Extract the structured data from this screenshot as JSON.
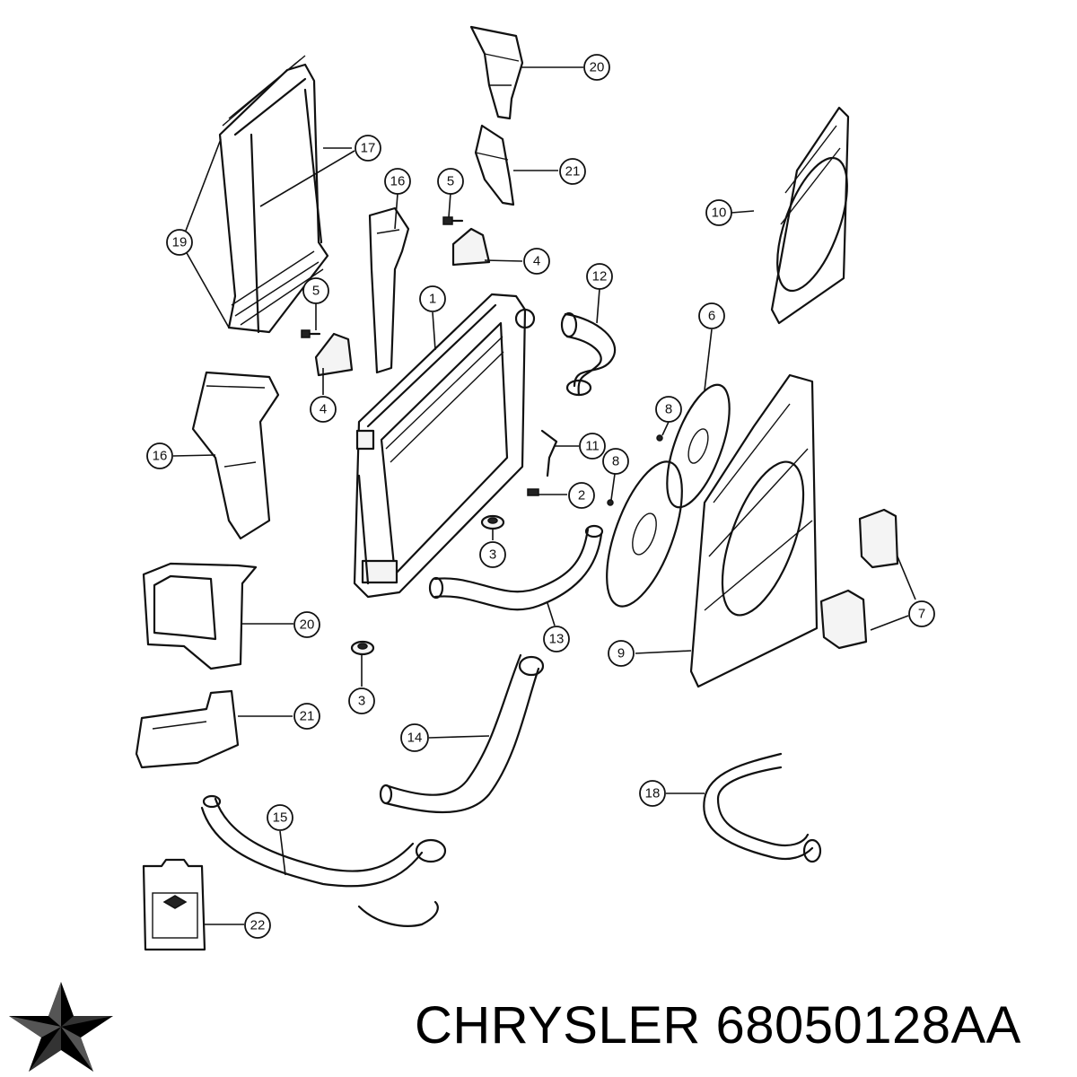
{
  "callouts": [
    {
      "id": "c20a",
      "label": "20"
    },
    {
      "id": "c21a",
      "label": "21"
    },
    {
      "id": "c17",
      "label": "17"
    },
    {
      "id": "c16a",
      "label": "16"
    },
    {
      "id": "c5a",
      "label": "5"
    },
    {
      "id": "c10",
      "label": "10"
    },
    {
      "id": "c19",
      "label": "19"
    },
    {
      "id": "c4a",
      "label": "4"
    },
    {
      "id": "c12",
      "label": "12"
    },
    {
      "id": "c1",
      "label": "1"
    },
    {
      "id": "c5b",
      "label": "5"
    },
    {
      "id": "c6",
      "label": "6"
    },
    {
      "id": "c4b",
      "label": "4"
    },
    {
      "id": "c8a",
      "label": "8"
    },
    {
      "id": "c16b",
      "label": "16"
    },
    {
      "id": "c11",
      "label": "11"
    },
    {
      "id": "c8b",
      "label": "8"
    },
    {
      "id": "c2",
      "label": "2"
    },
    {
      "id": "c3a",
      "label": "3"
    },
    {
      "id": "c7",
      "label": "7"
    },
    {
      "id": "c20b",
      "label": "20"
    },
    {
      "id": "c13",
      "label": "13"
    },
    {
      "id": "c9",
      "label": "9"
    },
    {
      "id": "c3b",
      "label": "3"
    },
    {
      "id": "c21b",
      "label": "21"
    },
    {
      "id": "c14",
      "label": "14"
    },
    {
      "id": "c18",
      "label": "18"
    },
    {
      "id": "c15",
      "label": "15"
    },
    {
      "id": "c22",
      "label": "22"
    }
  ],
  "brand": {
    "name": "CHRYSLER",
    "part_number": "68050128AA",
    "logo_icon": "chrysler-pentastar-icon"
  }
}
